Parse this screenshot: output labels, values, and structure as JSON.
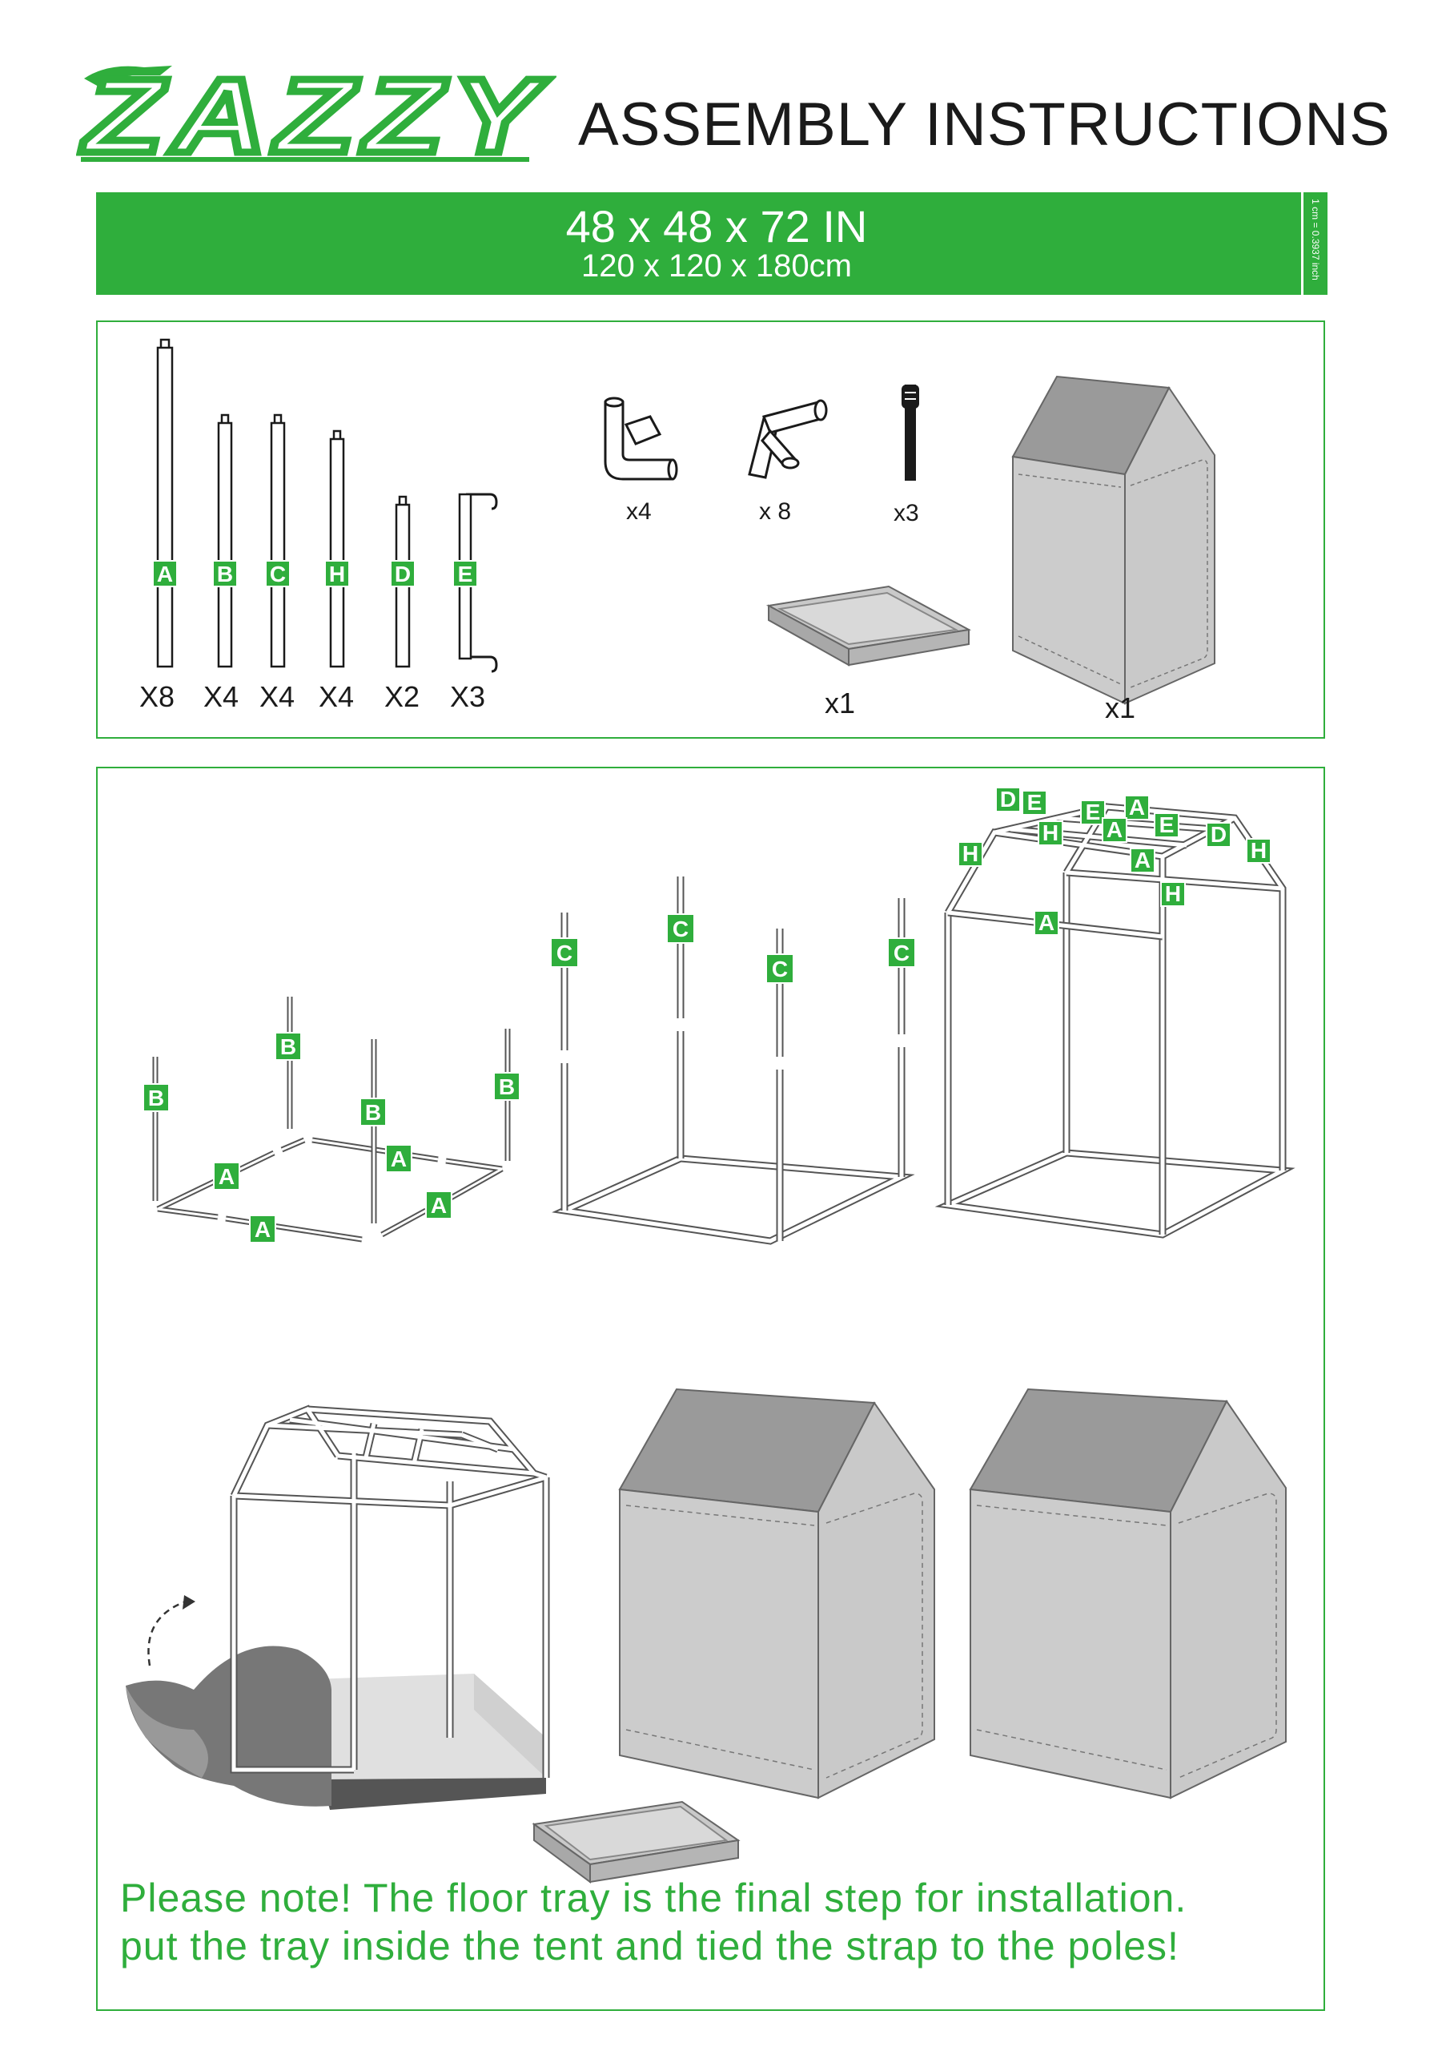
{
  "header": {
    "brand": "ZAZZY",
    "title": "ASSEMBLY INSTRUCTIONS"
  },
  "banner": {
    "size_in": "48 x 48 x 72 IN",
    "size_cm": "120 x 120 x 180cm",
    "conversion": "1 cm = 0.3937 inch"
  },
  "parts": {
    "poles": [
      {
        "letter": "A",
        "qty": "X8"
      },
      {
        "letter": "B",
        "qty": "X4"
      },
      {
        "letter": "C",
        "qty": "X4"
      },
      {
        "letter": "H",
        "qty": "X4"
      },
      {
        "letter": "D",
        "qty": "X2"
      },
      {
        "letter": "E",
        "qty": "X3"
      }
    ],
    "connectors": [
      {
        "name": "corner-connector",
        "qty": "x4"
      },
      {
        "name": "roof-connector",
        "qty": "x 8"
      },
      {
        "name": "strap",
        "qty": "x3"
      }
    ],
    "tray_qty": "x1",
    "tent_qty": "x1"
  },
  "steps": {
    "step1_labels": [
      "B",
      "B",
      "B",
      "B",
      "A",
      "A",
      "A",
      "A"
    ],
    "step2_labels": [
      "C",
      "C",
      "C",
      "C"
    ],
    "step3_labels": [
      "D",
      "E",
      "E",
      "A",
      "A",
      "E",
      "D",
      "H",
      "H",
      "H",
      "A",
      "H",
      "A"
    ]
  },
  "note": {
    "line1": "Please note! The floor tray is the final step for installation.",
    "line2": "put the tray inside the tent and tied the strap to the poles!"
  },
  "colors": {
    "accent": "#2fae3c",
    "tent_gray": "#c9c9c9",
    "roof_gray": "#9a9a9a"
  }
}
